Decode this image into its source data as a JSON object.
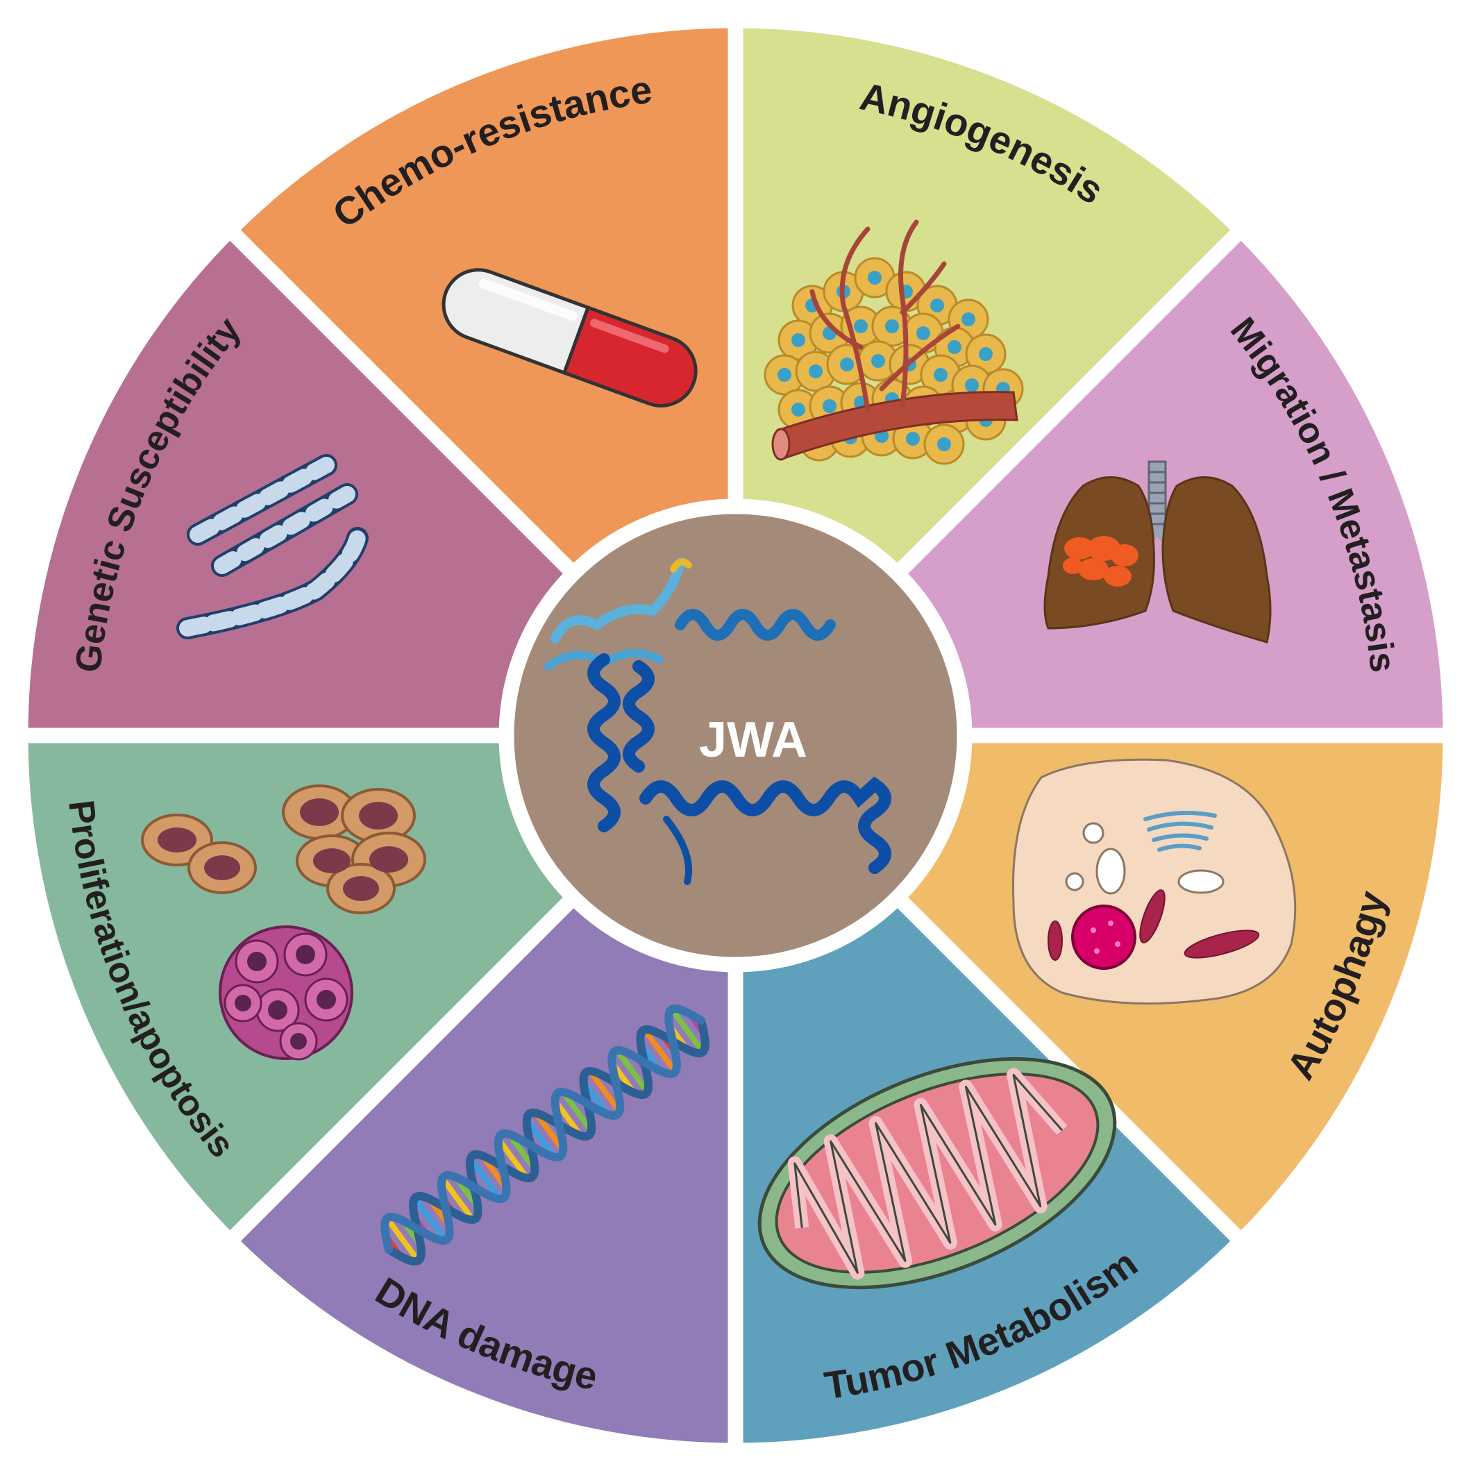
{
  "center": {
    "label": "JWA",
    "color": "#a48a78",
    "icon": "protein-structure-icon"
  },
  "segments": [
    {
      "id": "angiogenesis",
      "label": "Angiogenesis",
      "color": "#d6e08f",
      "icon": "tumor-vessel-icon"
    },
    {
      "id": "migration",
      "label": "Migration / Metastasis",
      "color": "#d69fca",
      "icon": "lungs-icon"
    },
    {
      "id": "autophagy",
      "label": "Autophagy",
      "color": "#f0bc6a",
      "icon": "cell-organelles-icon"
    },
    {
      "id": "metabolism",
      "label": "Tumor Metabolism",
      "color": "#5fa1bd",
      "icon": "mitochondrion-icon"
    },
    {
      "id": "dna",
      "label": "DNA damage",
      "color": "#917cb7",
      "icon": "dna-helix-icon"
    },
    {
      "id": "proliferation",
      "label": "Proliferation/apoptosis",
      "color": "#85b89c",
      "icon": "cells-icon"
    },
    {
      "id": "genetic",
      "label": "Genetic Susceptibility",
      "color": "#b76f92",
      "icon": "chromosomes-icon"
    },
    {
      "id": "chemo",
      "label": "Chemo-resistance",
      "color": "#ef9758",
      "icon": "capsule-icon"
    }
  ]
}
